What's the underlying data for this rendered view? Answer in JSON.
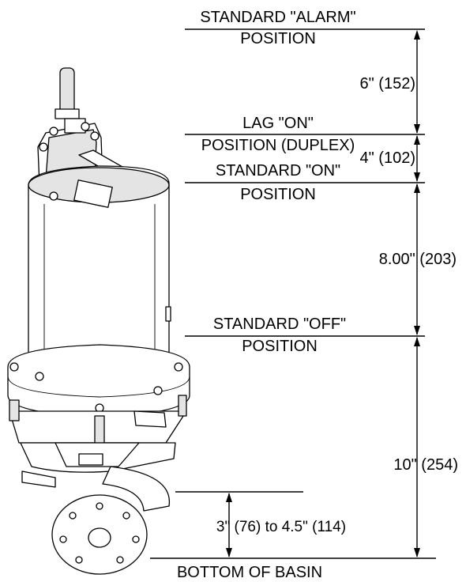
{
  "levels": {
    "alarm": {
      "line1": "STANDARD \"ALARM\"",
      "line2": "POSITION"
    },
    "lag_on": {
      "line1": "LAG \"ON\"",
      "line2": "POSITION (DUPLEX)"
    },
    "std_on": {
      "line1": "STANDARD \"ON\"",
      "line2": "POSITION"
    },
    "std_off": {
      "line1": "STANDARD \"OFF\"",
      "line2": "POSITION"
    },
    "basin": {
      "line1": "BOTTOM OF BASIN"
    }
  },
  "dimensions": {
    "alarm_to_lag": "6\" (152)",
    "lag_to_on": "4\" (102)",
    "on_to_off": "8.00\" (203)",
    "off_to_basin": "10\" (254)",
    "inlet_height": "3\" (76) to 4.5\" (114)"
  }
}
